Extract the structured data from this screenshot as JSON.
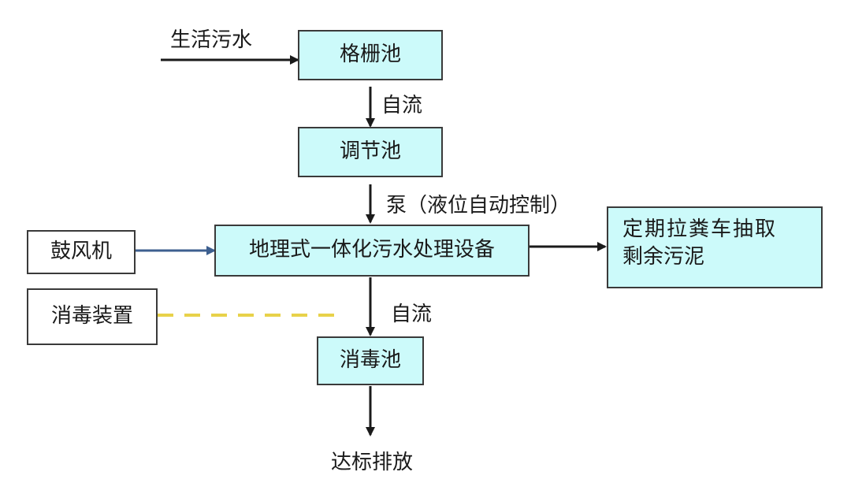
{
  "diagram": {
    "nodes": {
      "screen": "格栅池",
      "equalization": "调节池",
      "treatment": "地理式一体化污水处理设备",
      "disinfection_tank": "消毒池",
      "blower": "鼓风机",
      "disinfection_device": "消毒装置",
      "sludge_line1": "定期拉粪车抽取",
      "sludge_line2": "剩余污泥"
    },
    "labels": {
      "inflow": "生活污水",
      "gravity1": "自流",
      "pump": "泵（液位自动控制）",
      "gravity2": "自流",
      "discharge": "达标排放"
    },
    "colors": {
      "process_fill": "#ccfafa",
      "main_arrow": "#1a1a1a",
      "air_arrow": "#3d5f8f",
      "dosing_dash": "#e8d24a"
    }
  }
}
